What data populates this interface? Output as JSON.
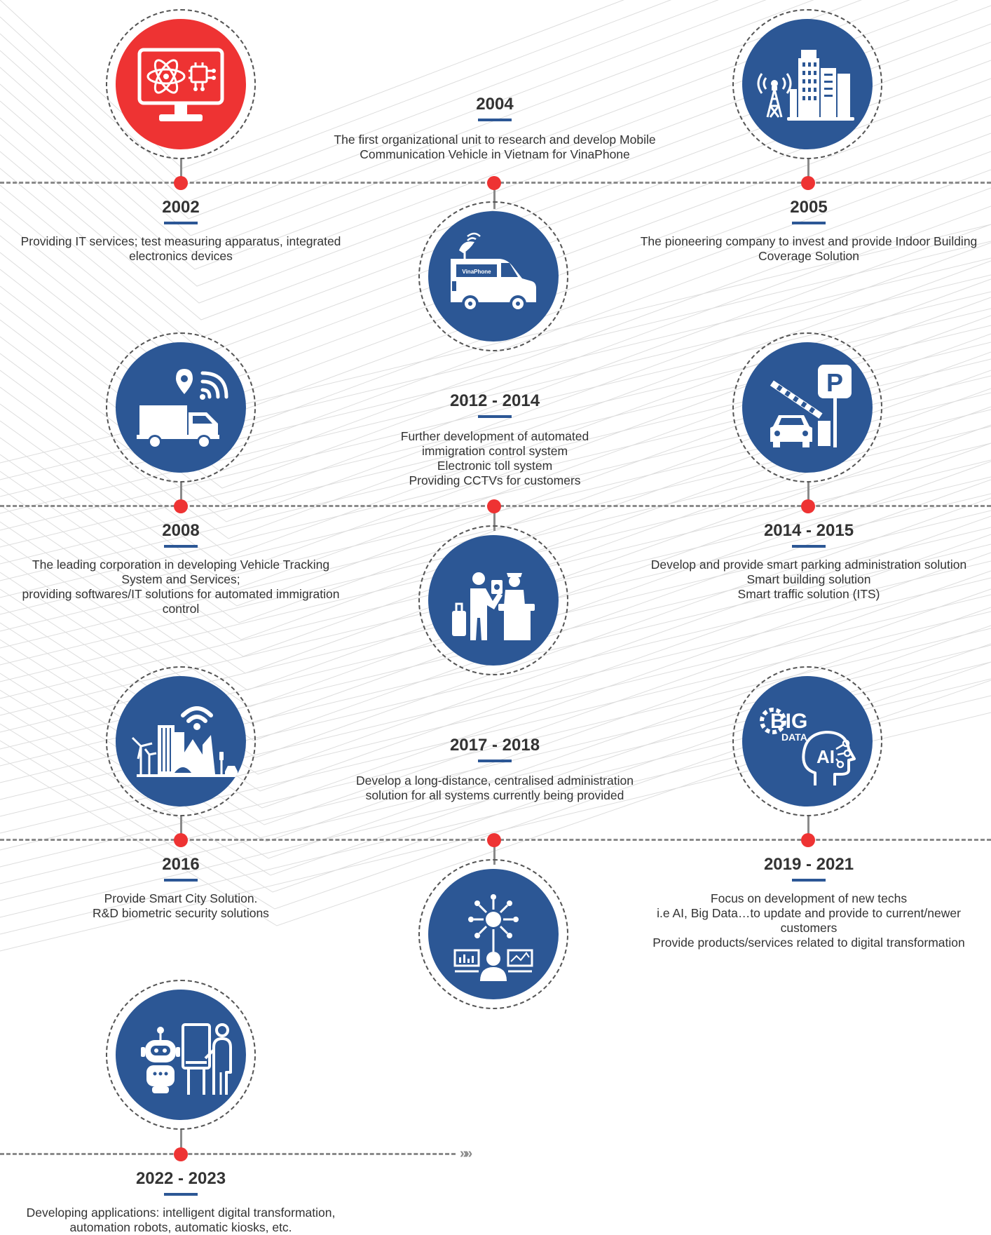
{
  "colors": {
    "primary": "#2c5795",
    "accent": "#ee3333",
    "line": "#8a8a8a",
    "text": "#333333"
  },
  "timeline": {
    "arrow": "»»",
    "milestones": [
      {
        "year": "2002",
        "icon": "computer-atom-chip-icon",
        "lines": [
          "Providing IT services; test measuring apparatus, integrated",
          "electronics devices"
        ]
      },
      {
        "year": "2004",
        "icon": "vinaphone-van-icon",
        "van_label": "VinaPhone",
        "lines": [
          "The first organizational unit to research and develop Mobile",
          "Communication Vehicle in Vietnam for VinaPhone"
        ]
      },
      {
        "year": "2005",
        "icon": "tower-building-icon",
        "lines": [
          "The pioneering company to invest and provide Indoor Building",
          "Coverage Solution"
        ]
      },
      {
        "year": "2008",
        "icon": "truck-tracking-icon",
        "lines": [
          "The leading corporation in developing Vehicle Tracking",
          "System and Services;",
          "providing softwares/IT solutions for automated immigration",
          "control"
        ]
      },
      {
        "year": "2012 - 2014",
        "icon": "immigration-desk-icon",
        "lines": [
          "Further development of automated",
          "immigration control system",
          "Electronic toll system",
          "Providing CCTVs for customers"
        ]
      },
      {
        "year": "2014 - 2015",
        "icon": "parking-barrier-icon",
        "parking_label": "P",
        "lines": [
          "Develop and provide smart parking administration solution",
          "Smart building solution",
          "Smart traffic solution (ITS)"
        ]
      },
      {
        "year": "2016",
        "icon": "smart-city-icon",
        "lines": [
          "Provide Smart City Solution.",
          "R&D biometric security solutions"
        ]
      },
      {
        "year": "2017 - 2018",
        "icon": "network-monitor-icon",
        "lines": [
          "Develop a long-distance, centralised administration",
          "solution for all systems currently being provided"
        ]
      },
      {
        "year": "2019 - 2021",
        "icon": "bigdata-ai-icon",
        "big_label": "BIG",
        "data_label": "DATA",
        "ai_label": "AI",
        "lines": [
          "Focus on development of new techs",
          "i.e AI, Big Data…to update and provide to current/newer",
          "customers",
          "Provide products/services related to digital transformation"
        ]
      },
      {
        "year": "2022 - 2023",
        "icon": "robot-kiosk-icon",
        "lines": [
          "Developing applications: intelligent digital transformation,",
          "automation robots, automatic kiosks, etc."
        ]
      }
    ]
  }
}
